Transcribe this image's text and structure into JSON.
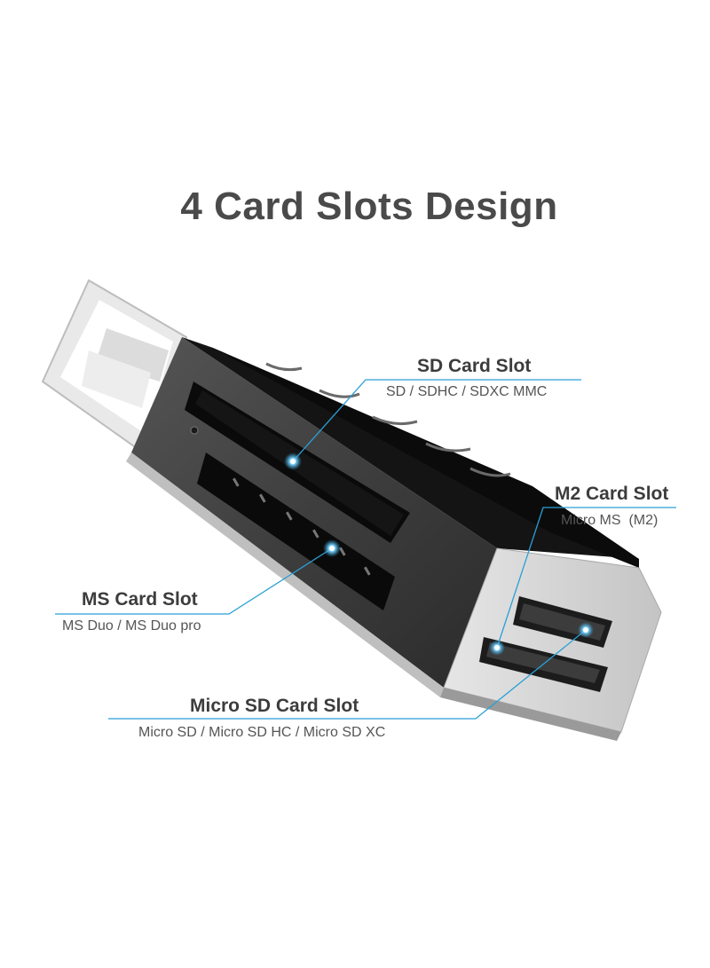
{
  "headline": "4 Card Slots Design",
  "callouts": {
    "sd": {
      "title": "SD Card Slot",
      "subtitle": "SD / SDHC / SDXC MMC"
    },
    "m2": {
      "title": "M2 Card Slot",
      "subtitle": "Micro MS  (M2)"
    },
    "ms": {
      "title": "MS Card Slot",
      "subtitle": "MS Duo / MS Duo pro"
    },
    "microsd": {
      "title": "Micro SD Card Slot",
      "subtitle": "Micro SD / Micro SD HC / Micro SD XC"
    }
  },
  "colors": {
    "leader_line": "#2a9fd6",
    "marker_glow": "#4fc3f7",
    "body_dark": "#3a3a3a",
    "body_silver": "#d9d9d9",
    "text_dark": "#3c3c3c"
  }
}
